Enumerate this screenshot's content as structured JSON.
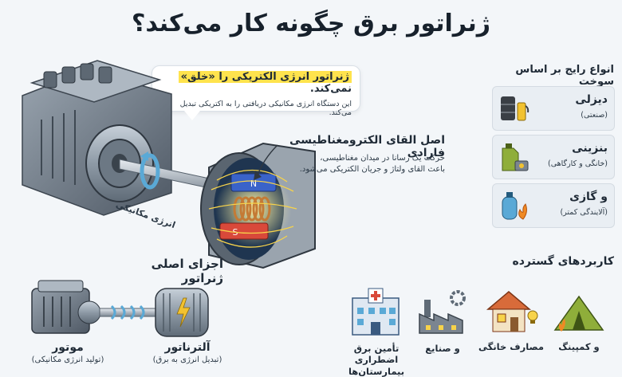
{
  "title": "ژنراتور برق چگونه کار می‌کند؟",
  "callout": {
    "headline_marked": "ژنراتور انرژی الکتریکی را «خلق»",
    "headline_rest": " نمی‌کند.",
    "sub": "این دستگاه انرژی مکانیکی دریافتی را به اکتریکی تبدیل می‌کند."
  },
  "faraday": {
    "title": "اصل القای الکترومغناطیسی فارادی",
    "line1": "حرکت یک رسانا در میدان مغناطیسی،",
    "line2": "باعث القای ولتاژ و جریان الکتریکی می‌شود."
  },
  "mechanical_energy_label": "انرژی مکانیکی",
  "magnet": {
    "north": "N",
    "south": "S"
  },
  "parts": {
    "title": "اجزای اصلی ژنراتور",
    "motor": {
      "name": "موتور",
      "desc": "(تولید انرژی مکانیکی)"
    },
    "alternator": {
      "name": "آلترناتور",
      "desc": "(تبدیل انرژی به برق)"
    }
  },
  "fuels": {
    "title": "انواع رایج بر اساس سوخت",
    "items": [
      {
        "name": "دیزلی",
        "desc": "(صنعتی)",
        "icon": "oil-barrel-pump-icon"
      },
      {
        "name": "بنزینی",
        "desc": "(خانگی و کارگاهی)",
        "icon": "jerrycan-generator-icon"
      },
      {
        "name": "و گازی",
        "desc": "(آلایندگی کمتر)",
        "icon": "gas-cylinder-flame-icon"
      }
    ]
  },
  "applications": {
    "title": "کاربردهای گسترده",
    "items": [
      {
        "line1": "و کمپینگ",
        "line2": "",
        "icon": "tent-campfire-icon"
      },
      {
        "line1": "مصارف خانگی",
        "line2": "",
        "icon": "house-bulb-icon"
      },
      {
        "line1": "و صنایع",
        "line2": "",
        "icon": "factory-gear-icon"
      },
      {
        "line1": "تأمین برق اضطراری",
        "line2": "بیمارستان‌ها",
        "icon": "hospital-icon"
      }
    ]
  },
  "colors": {
    "highlight": "#ffe34d",
    "magnet_north": "#3a63c9",
    "magnet_south": "#d9493a",
    "copper": "#c47a35",
    "arrow_blue": "#5aa9d6"
  }
}
